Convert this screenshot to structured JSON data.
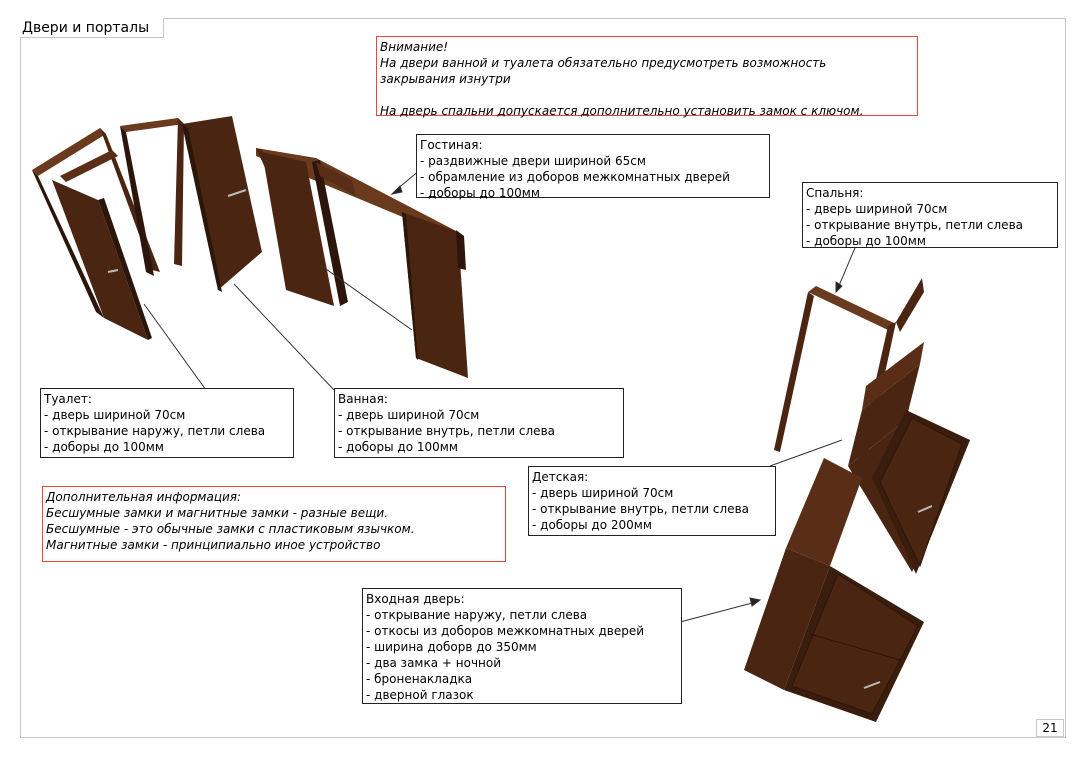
{
  "page": {
    "title": "Двери и порталы",
    "page_number": "21"
  },
  "colors": {
    "door_brown": "#4a2612",
    "door_dark": "#2c150a",
    "door_light": "#6a3a1e",
    "note_red": "#e8463a"
  },
  "notes": {
    "attention": {
      "lines": [
        "Внимание!",
        "На двери ванной и туалета обязательно предусмотреть возможность",
        "закрывания изнутри",
        "",
        "На дверь спальни допускается дополнительно установить замок с ключом."
      ]
    },
    "extra_info": {
      "lines": [
        "Дополнительная информация:",
        "Бесшумные замки и магнитные замки - разные вещи.",
        "Бесшумные - это обычные замки с пластиковым язычком.",
        "Магнитные замки - принципиально иное устройство"
      ]
    }
  },
  "callouts": {
    "living": {
      "lines": [
        "Гостиная:",
        "- раздвижные двери шириной 65см",
        "- обрамление из доборов межкомнатных дверей",
        "- доборы до 100мм"
      ]
    },
    "bedroom": {
      "lines": [
        "Спальня:",
        "- дверь шириной 70см",
        "- открывание внутрь, петли слева",
        "- доборы до 100мм"
      ]
    },
    "toilet": {
      "lines": [
        "Туалет:",
        "- дверь шириной 70см",
        "- открывание наружу, петли слева",
        "- доборы до 100мм"
      ]
    },
    "bathroom": {
      "lines": [
        "Ванная:",
        "- дверь шириной 70см",
        "- открывание внутрь, петли слева",
        "- доборы до 100мм"
      ]
    },
    "kids": {
      "lines": [
        "Детская:",
        "- дверь шириной 70см",
        "- открывание внутрь, петли слева",
        "- доборы до 200мм"
      ]
    },
    "entrance": {
      "lines": [
        "Входная дверь:",
        "- открывание наружу, петли слева",
        "- откосы из доборов межкомнатных дверей",
        "- ширина доборв до 350мм",
        "- два замка + ночной",
        "- броненакладка",
        "- дверной глазок"
      ]
    }
  }
}
